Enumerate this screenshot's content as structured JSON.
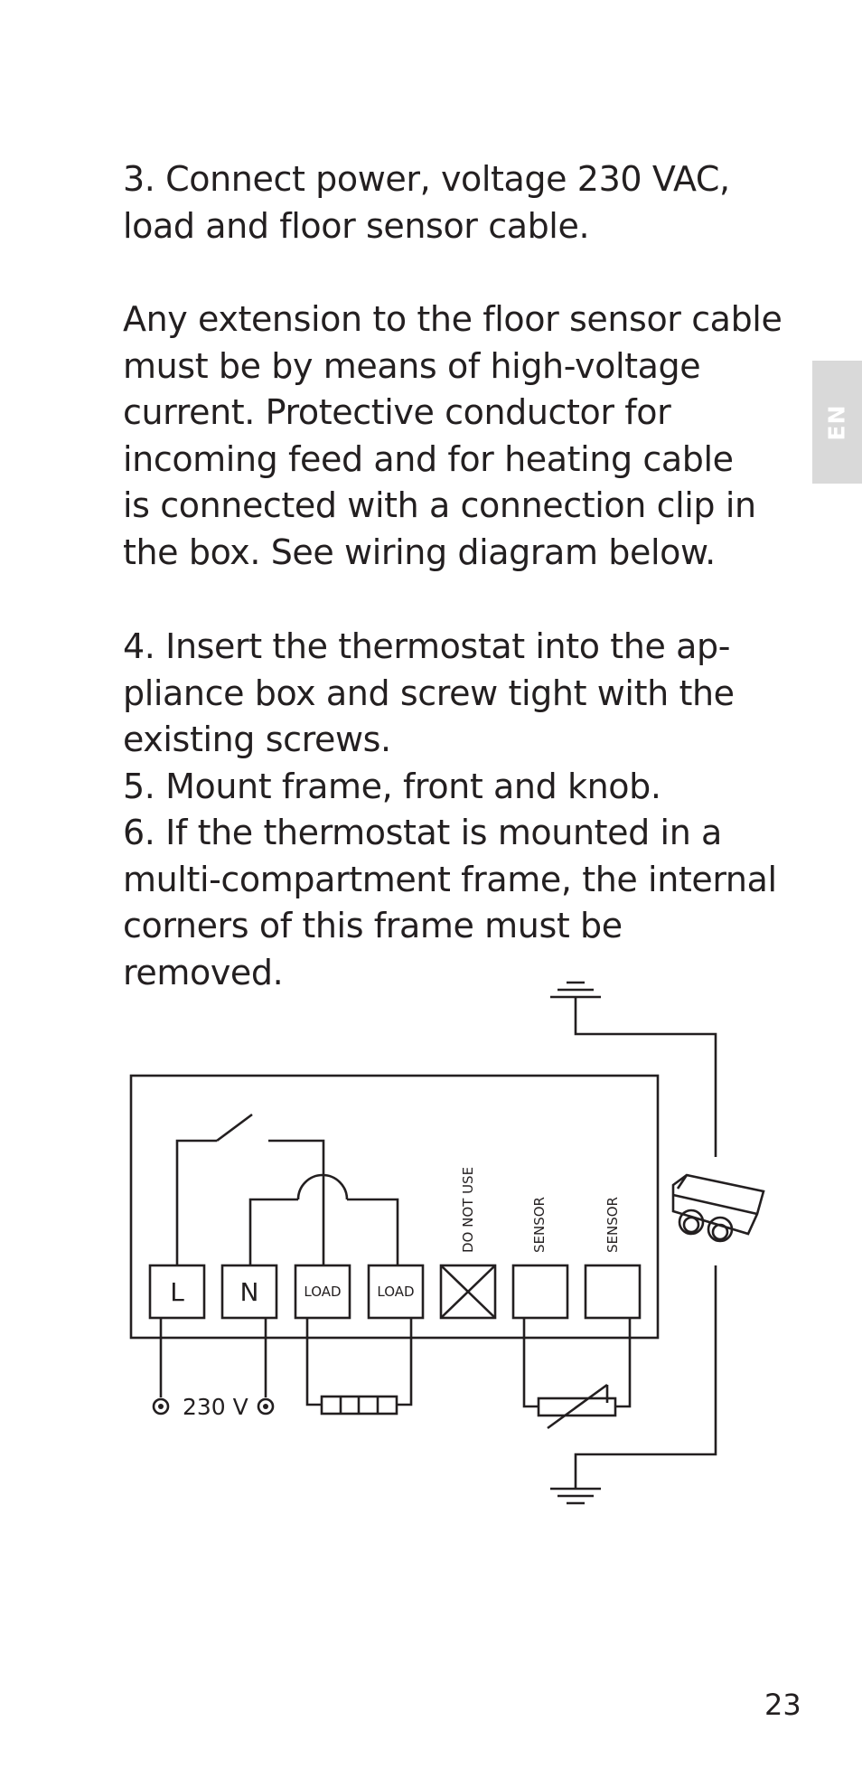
{
  "instructions": {
    "step3": [
      "3. Connect power, voltage 230 VAC,",
      "load and floor sensor cable."
    ],
    "note": [
      "Any extension to the floor sensor cable",
      "must be by means of high-voltage",
      "current. Protective conductor for",
      "incoming feed and for heating cable",
      "is connected with a connection clip in",
      "the box. See wiring diagram below."
    ],
    "steps": [
      "4. Insert the thermostat into the ap-",
      "pliance box and screw tight with the",
      "existing screws.",
      "5. Mount frame, front and knob.",
      "6. If the thermostat is mounted in a",
      "multi-compartment frame, the internal",
      "corners of this frame must be removed."
    ]
  },
  "language_tab": "EN",
  "diagram": {
    "terminals": [
      "L",
      "N",
      "LOAD",
      "LOAD",
      "",
      "",
      ""
    ],
    "vertical_labels": [
      "DO NOT USE",
      "SENSOR",
      "SENSOR"
    ],
    "voltage_label": "230 V",
    "icons": [
      "ground-symbol",
      "ground-symbol",
      "connection-clip",
      "heating-element",
      "thermistor",
      "switch"
    ]
  },
  "page_number": "23"
}
